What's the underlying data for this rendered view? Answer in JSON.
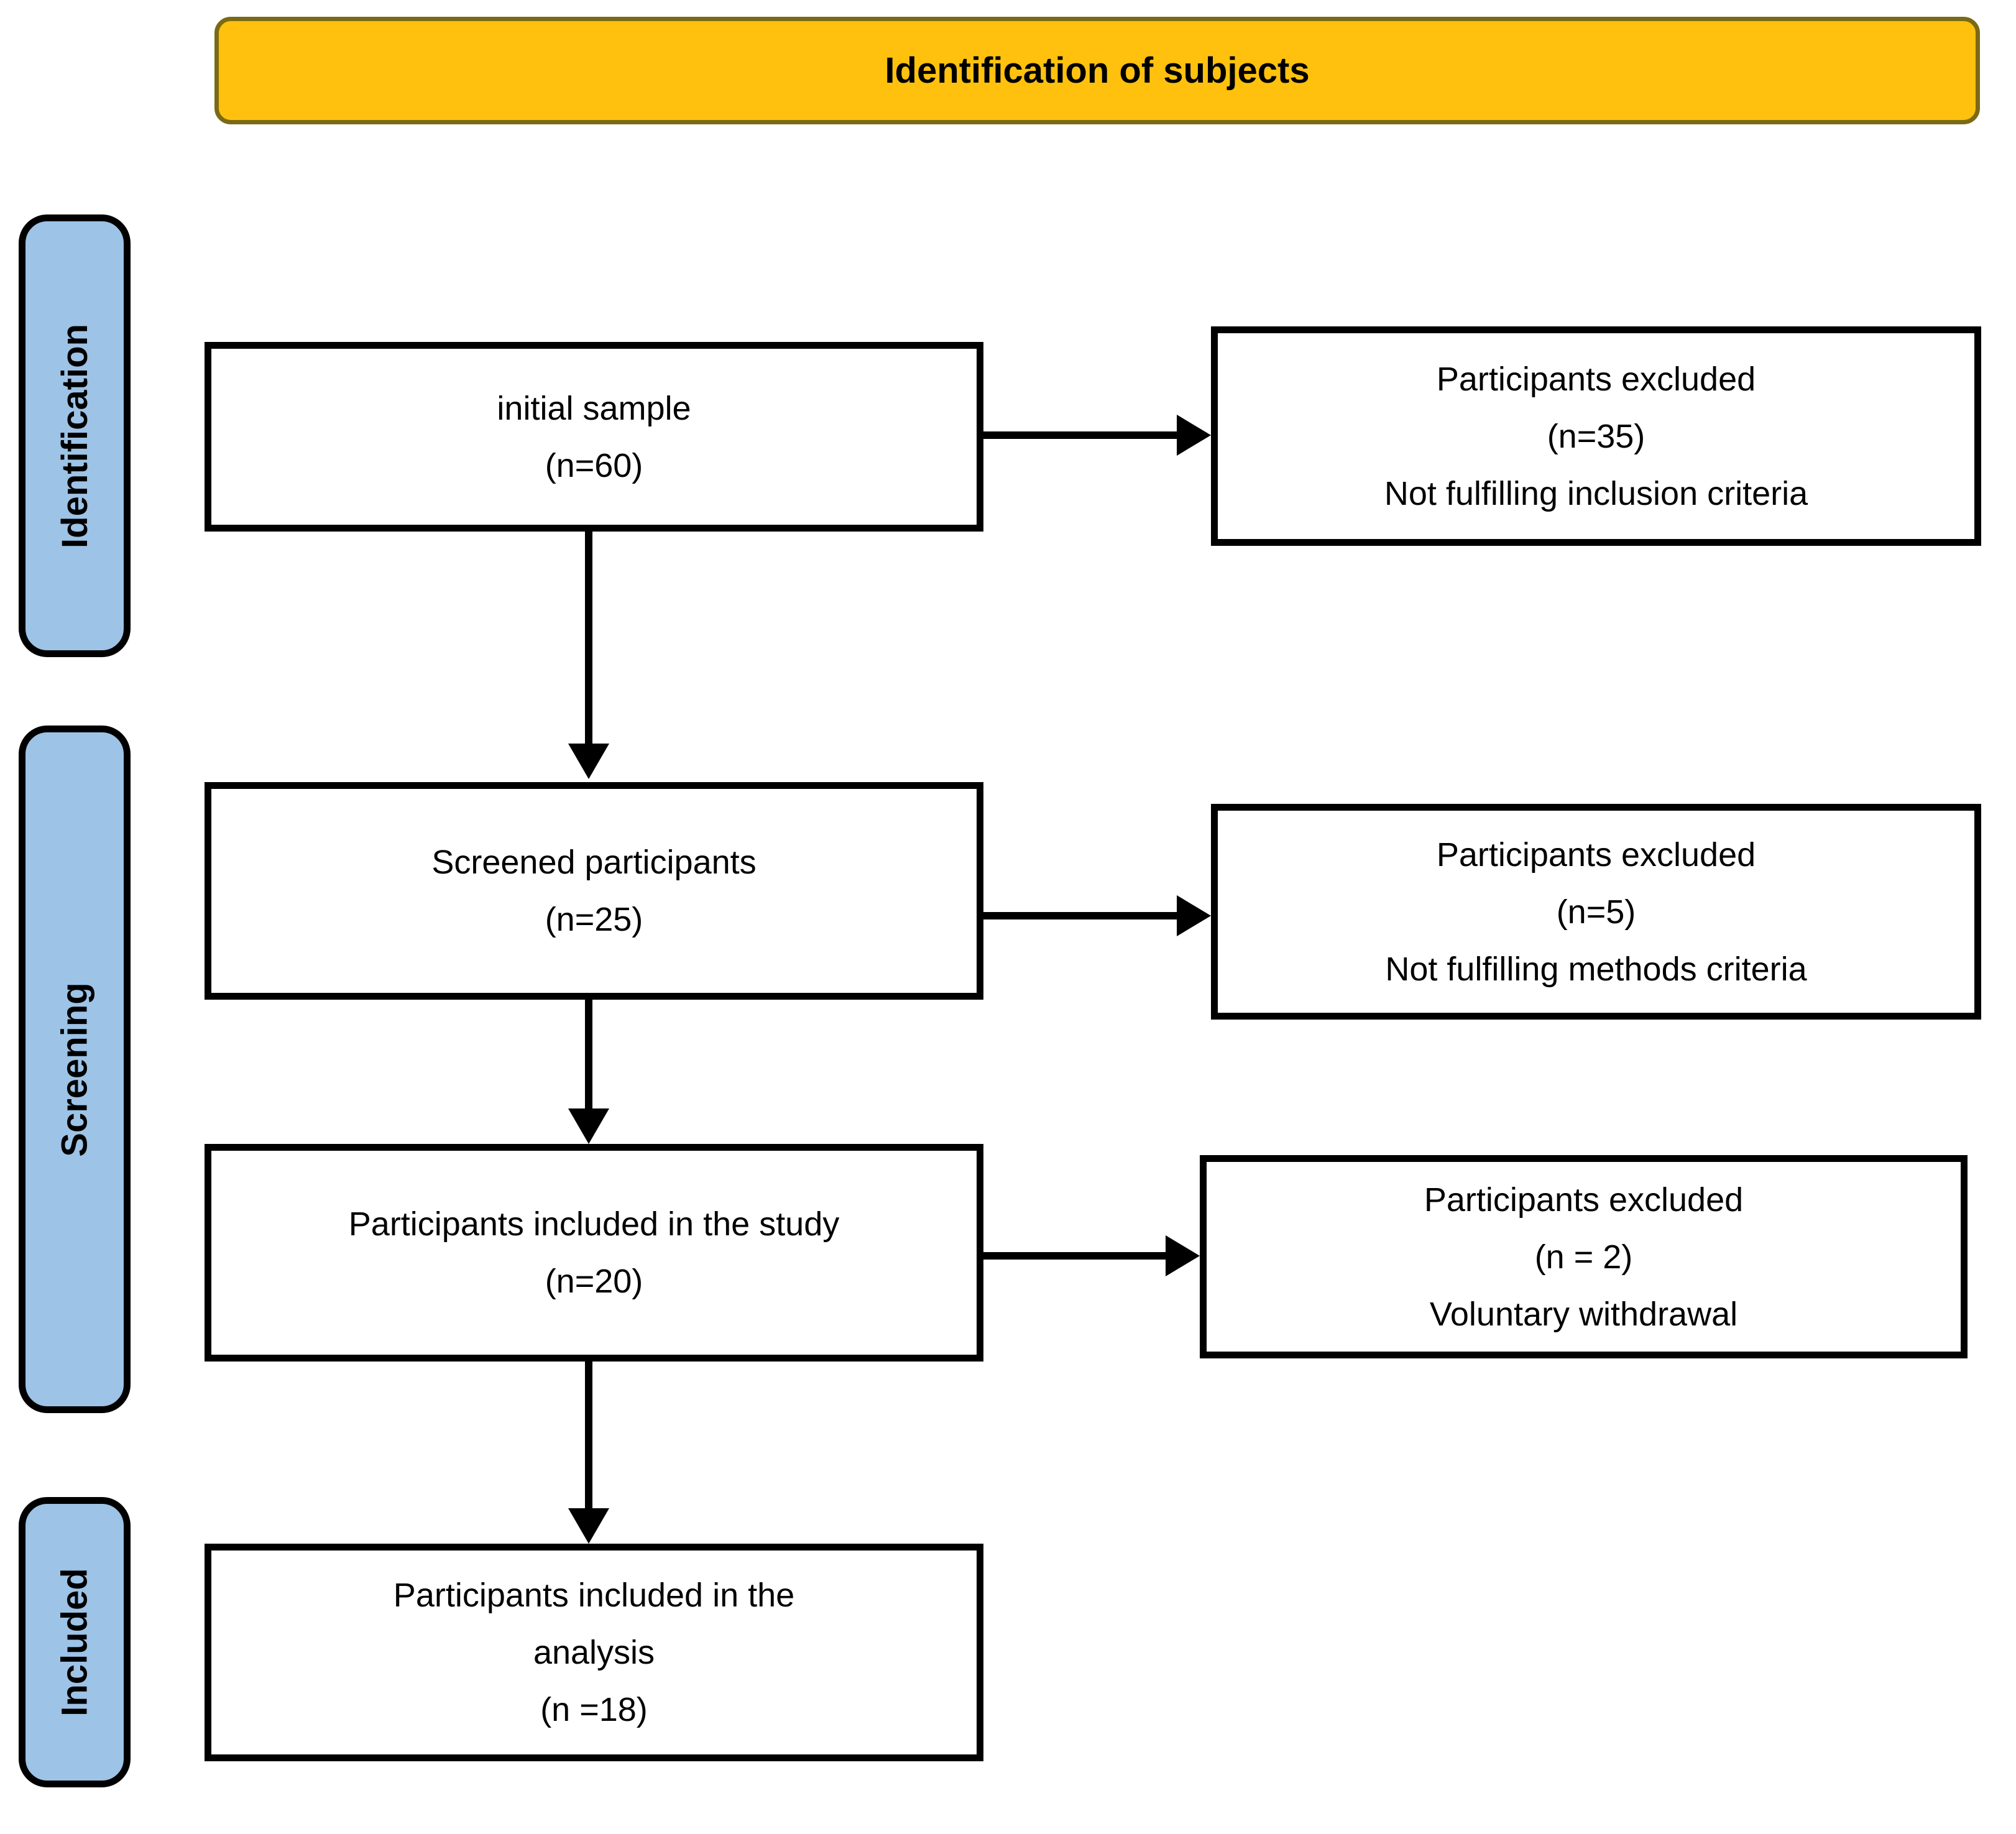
{
  "header": {
    "label": "Identification of subjects"
  },
  "stages": [
    {
      "id": "identification",
      "label": "Identification"
    },
    {
      "id": "screening",
      "label": "Screening"
    },
    {
      "id": "included",
      "label": "Included"
    }
  ],
  "flow_boxes": [
    {
      "id": "initial-sample",
      "lines": [
        "initial sample",
        "(n=60)"
      ]
    },
    {
      "id": "screened-participants",
      "lines": [
        "Screened participants",
        "(n=25)"
      ]
    },
    {
      "id": "included-in-study",
      "lines": [
        "Participants included in the study",
        "(n=20)"
      ]
    },
    {
      "id": "included-in-analysis",
      "lines": [
        "Participants included in the",
        "analysis",
        "(n =18)"
      ]
    }
  ],
  "exclusion_boxes": [
    {
      "id": "excluded-identification",
      "lines": [
        "Participants excluded",
        "(n=35)",
        "Not fulfilling inclusion criteria"
      ]
    },
    {
      "id": "excluded-screening",
      "lines": [
        "Participants excluded",
        "(n=5)",
        "Not fulfilling methods criteria"
      ]
    },
    {
      "id": "excluded-withdrawal",
      "lines": [
        "Participants excluded",
        "(n = 2)",
        "Voluntary withdrawal"
      ]
    }
  ],
  "colors": {
    "accent_yellow": "#FFC10E",
    "yellow_border": "#7A6A14",
    "stage_blue": "#9DC3E6",
    "box_border": "#000000",
    "text": "#000000",
    "background": "#FFFFFF"
  }
}
